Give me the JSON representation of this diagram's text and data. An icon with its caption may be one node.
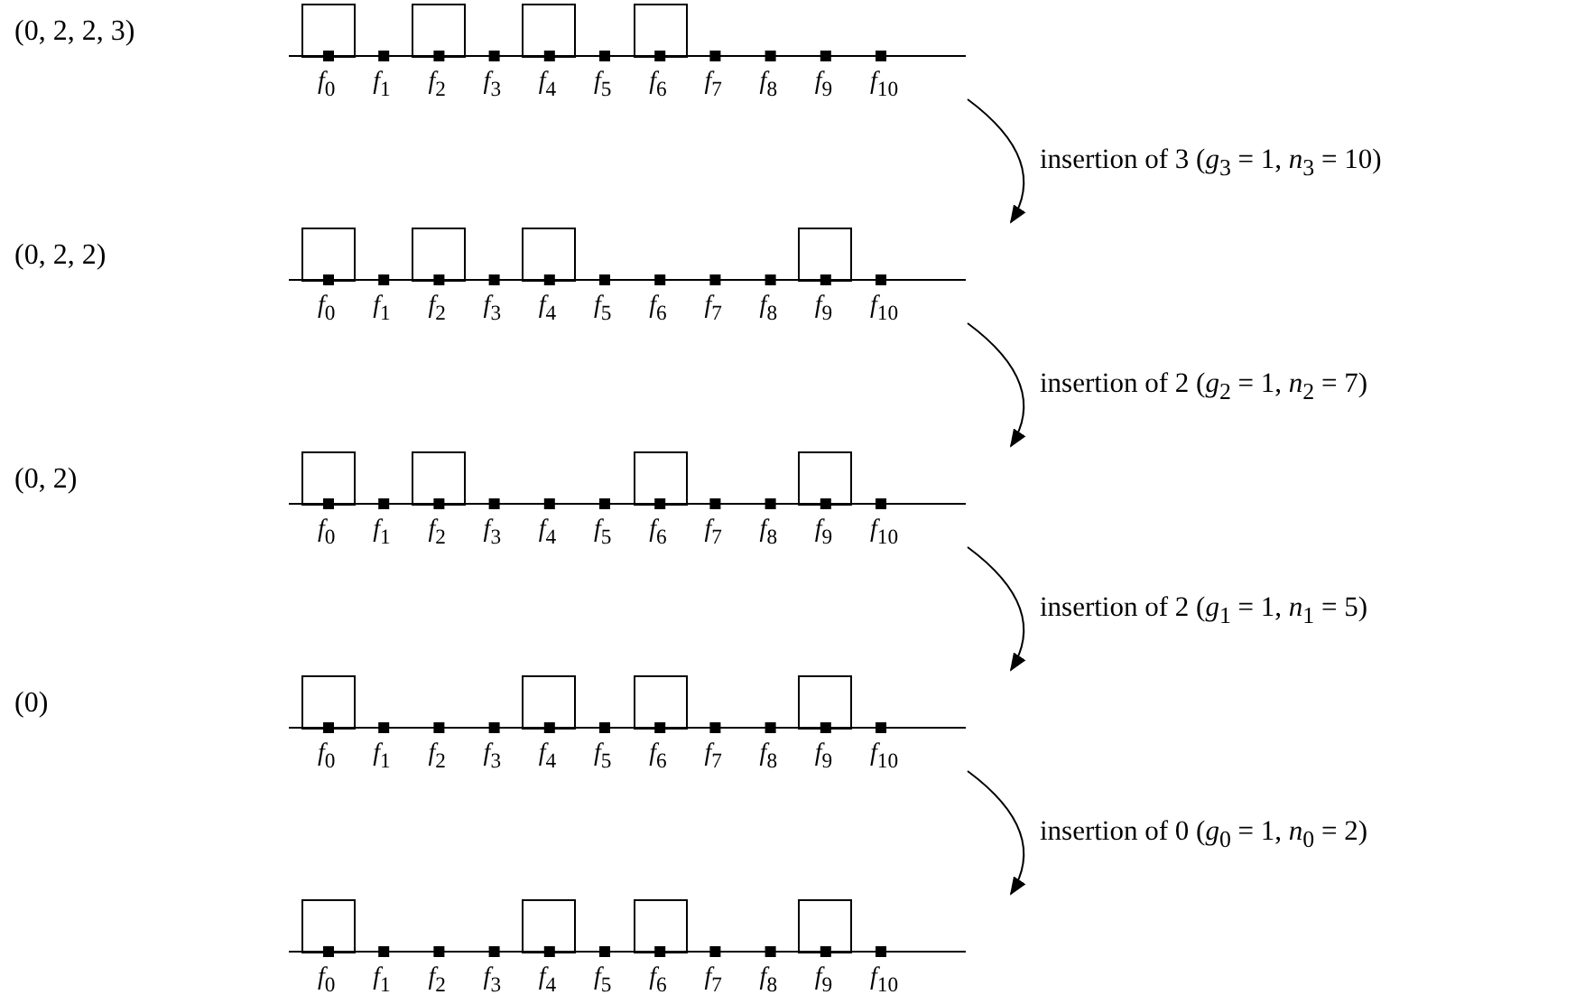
{
  "diagram": {
    "nodes": [
      {
        "text": [
          "*f*$_{0}$",
          "*f*$_{1}$",
          "*f*$_{2}$",
          "*f*$_{3}$",
          "*f*$_{4}$",
          "*f*$_{5}$",
          "*f*$_{6}$",
          "*f*$_{7}$",
          "*f*$_{8}$",
          "*f*$_{9}$",
          "*f*$_{10}$"
        ]
      },
      {
        "text": [],
        "shape": "box"
      },
      {
        "text": [],
        "shape": "box"
      },
      {
        "text": [],
        "shape": "box"
      },
      {
        "text": [],
        "shape": "box"
      },
      {
        "text": [
          "*f*$_{0}$",
          "*f*$_{1}$",
          "*f*$_{2}$",
          "*f*$_{3}$",
          "*f*$_{4}$",
          "*f*$_{5}$",
          "*f*$_{6}$",
          "*f*$_{7}$",
          "*f*$_{8}$",
          "*f*$_{9}$",
          "*f*$_{10}$"
        ]
      },
      {
        "text": [],
        "shape": "box"
      },
      {
        "text": [],
        "shape": "box"
      },
      {
        "text": [],
        "shape": "box"
      },
      {
        "text": [],
        "shape": "box"
      },
      {
        "text": [
          "*f*$_{0}$",
          "*f*$_{1}$",
          "*f*$_{2}$",
          "*f*$_{3}$",
          "*f*$_{4}$",
          "*f*$_{5}$",
          "*f*$_{6}$",
          "*f*$_{7}$",
          "*f*$_{8}$",
          "*f*$_{9}$",
          "*f*$_{10}$"
        ]
      },
      {
        "text": [],
        "shape": "box"
      },
      {
        "text": [],
        "shape": "box"
      },
      {
        "text": [],
        "shape": "box"
      },
      {
        "text": [],
        "shape": "box"
      },
      {
        "text": [
          "*f*$_{0}$",
          "*f*$_{1}$",
          "*f*$_{2}$",
          "*f*$_{3}$",
          "*f*$_{4}$",
          "*f*$_{5}$",
          "*f*$_{6}$",
          "*f*$_{7}$",
          "*f*$_{8}$",
          "*f*$_{9}$",
          "*f*$_{10}$"
        ]
      },
      {
        "text": [],
        "shape": "box"
      },
      {
        "text": [],
        "shape": "box"
      },
      {
        "text": [],
        "shape": "box"
      },
      {
        "text": [],
        "shape": "box"
      },
      {
        "text": [
          "*f*$_{0}$",
          "*f*$_{1}$",
          "*f*$_{2}$",
          "*f*$_{3}$",
          "*f*$_{4}$",
          "*f*$_{5}$",
          "*f*$_{6}$",
          "*f*$_{7}$",
          "*f*$_{8}$",
          "*f*$_{9}$",
          "*f*$_{10}$"
        ]
      },
      {
        "text": [],
        "shape": "box"
      },
      {
        "text": [],
        "shape": "box"
      },
      {
        "text": [],
        "shape": "box"
      },
      {
        "text": [],
        "shape": "box"
      }
    ],
    "edges": [
      {
        "from": 0,
        "to": 5,
        "arrow": "to",
        "label": "insertion of 3 (*g*$_{3}$ = 1, *n*$_{3}$ = 10)"
      },
      {
        "from": 5,
        "to": 10,
        "arrow": "to",
        "label": "insertion of 2 (*g*$_{2}$ = 1, *n*$_{2}$ = 7)"
      },
      {
        "from": 10,
        "to": 15,
        "arrow": "to",
        "label": "insertion of 2 (*g*$_{1}$ = 1, *n*$_{1}$ = 5)"
      },
      {
        "from": 15,
        "to": 20,
        "arrow": "to",
        "label": "insertion of 0 (*g*$_{0}$ = 1, *n*$_{0}$ = 2)"
      }
    ],
    "labels": [
      "(0, 2, 2, 3)",
      "(0, 2, 2)",
      "(0, 2)",
      "(0)"
    ]
  }
}
